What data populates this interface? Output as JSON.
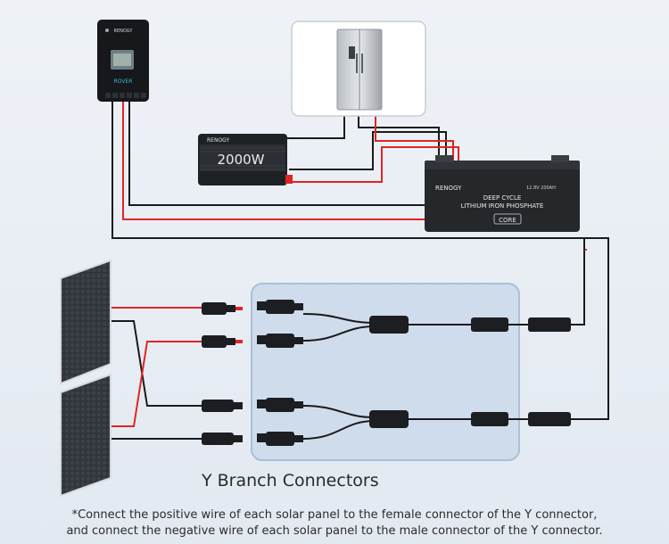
{
  "controller": {
    "brand": "RENOGY",
    "model": "ROVER"
  },
  "inverter": {
    "brand": "RENOGY",
    "power_label": "2000W"
  },
  "battery": {
    "brand": "RENOGY",
    "title_line1": "DEEP CYCLE",
    "title_line2": "LITHIUM IRON PHOSPHATE",
    "spec": "12.8V 200AH",
    "series": "CORE"
  },
  "y_branch_label": "Y Branch Connectors",
  "notes": {
    "line1": "*Connect the positive wire of each solar panel to the female connector of the Y connector,",
    "line2": "and connect the negative wire of each solar panel to the male connector of the Y connector."
  },
  "colors": {
    "positive": "#e02424",
    "negative": "#1a1a1a",
    "y_box": "#cfdcec"
  }
}
